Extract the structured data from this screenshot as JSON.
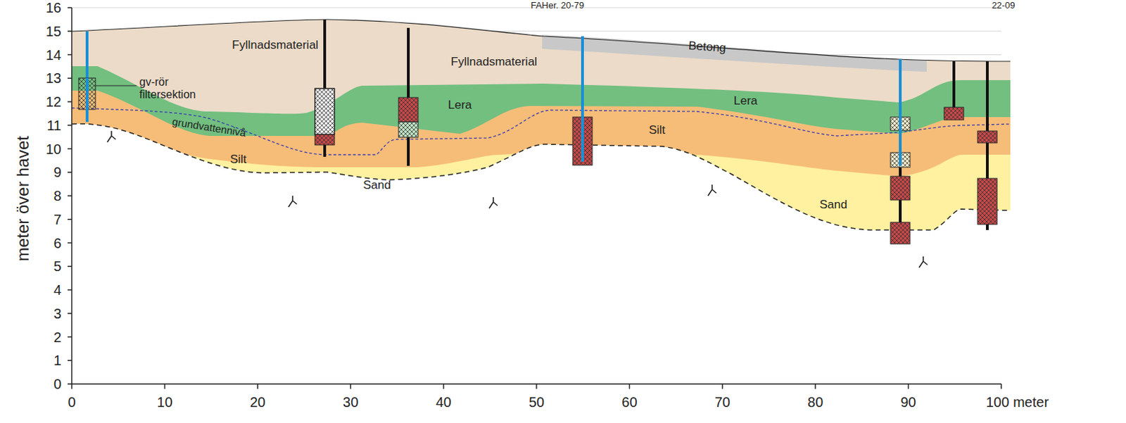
{
  "diagram": {
    "labels": [
      "FAHer. 20-79",
      "22-09",
      "Fyllnadsmaterial",
      "Fyllnadsmaterial",
      "Betong",
      "Lera",
      "Lera",
      "Silt",
      "Silt",
      "Sand",
      "Sand",
      "gv-rör filtersektion",
      "grundvattennivå",
      "meter över havet",
      "0",
      "1",
      "2",
      "3",
      "4",
      "5",
      "6",
      "7",
      "8",
      "9",
      "10",
      "11",
      "12",
      "13",
      "14",
      "15",
      "16",
      "0",
      "10",
      "20",
      "30",
      "40",
      "50",
      "60",
      "70",
      "80",
      "90",
      "100 meter"
    ]
  }
}
